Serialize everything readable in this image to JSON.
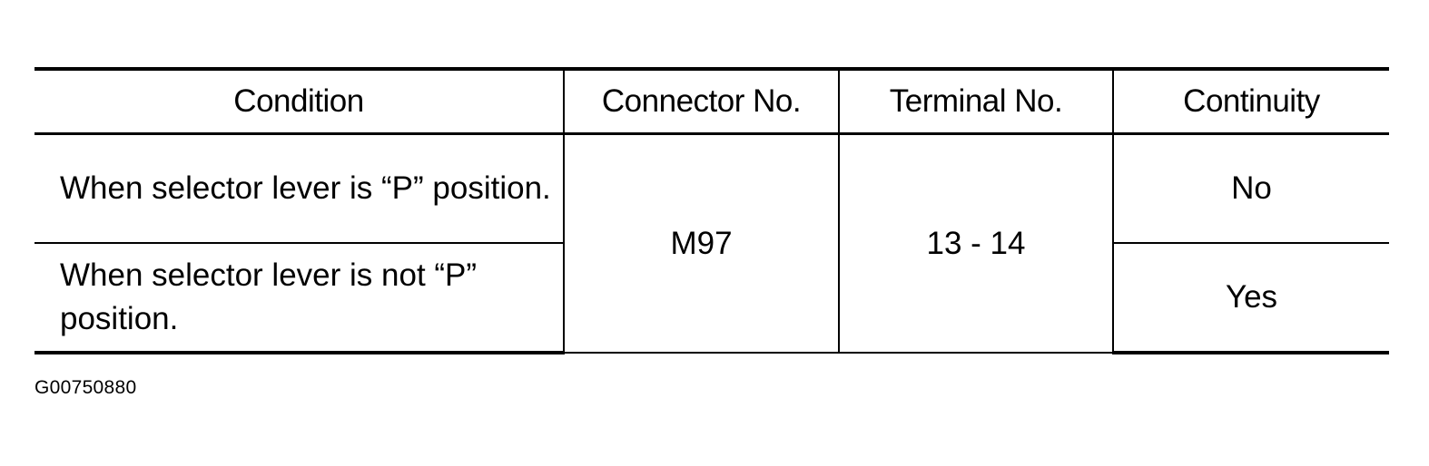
{
  "table": {
    "headers": [
      "Condition",
      "Connector No.",
      "Terminal No.",
      "Continuity"
    ],
    "rows": [
      {
        "condition": "When selector lever is “P” position.",
        "continuity": "No"
      },
      {
        "condition": "When selector lever is not “P” position.",
        "continuity": "Yes"
      }
    ],
    "connector_no": "M97",
    "terminal_no": "13 - 14"
  },
  "figure_id": "G00750880"
}
